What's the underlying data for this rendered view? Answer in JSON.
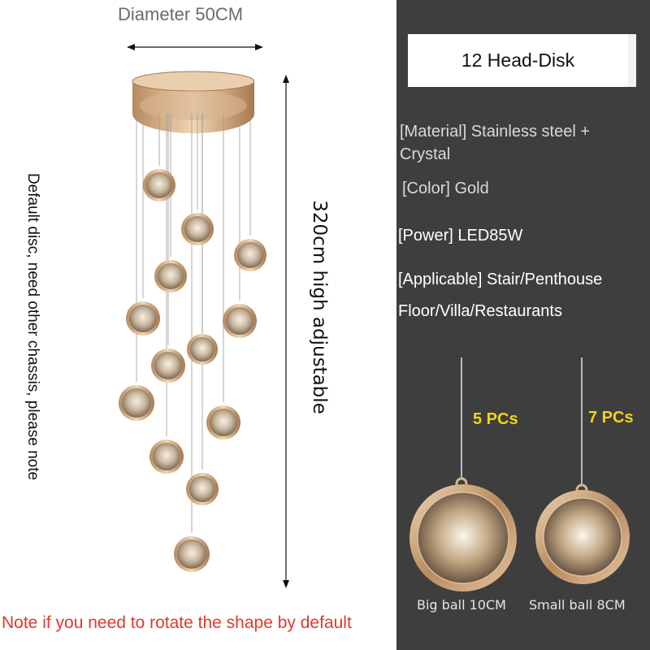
{
  "dimensions": {
    "diameter": "Diameter 50CM",
    "height": "320cm high adjustable"
  },
  "default_disc_note": "Default disc, need other chassis, please note",
  "rotate_note": "Note if you need to rotate the shape by default",
  "product": {
    "title": "12 Head-Disk",
    "material": "[Material] Stainless steel + Crystal",
    "color": "[Color] Gold",
    "power": "[Power] LED85W",
    "applicable_line1": "[Applicable] Stair/Penthouse",
    "applicable_line2": "Floor/Villa/Restaurants"
  },
  "balls": {
    "big_count": "5 PCs",
    "small_count": "7 PCs",
    "big_label": "Big ball 10CM",
    "small_label": "Small ball 8CM"
  },
  "colors": {
    "panel_bg": "#3e3e3e",
    "gold": "#c9a27a",
    "note_red": "#e0382e",
    "pcs_yellow": "#f2d21a"
  }
}
